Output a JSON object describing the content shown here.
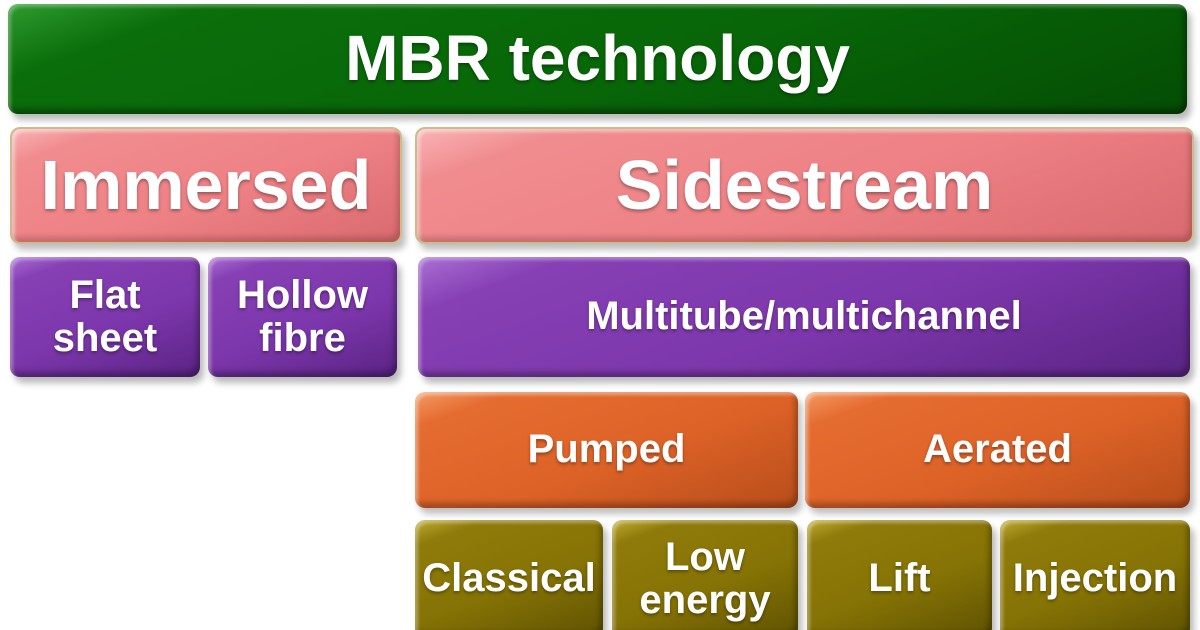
{
  "diagram": {
    "title": "MBR technology hierarchy",
    "palette": {
      "green": "#086608",
      "pink": "#ee8185",
      "pink_border": "#cbbd89",
      "purple": "#7d37ac",
      "orange": "#dd6227",
      "olive": "#867305",
      "text": "#ffffff",
      "background": "#ffffff"
    },
    "nodes": {
      "mbr": {
        "label": "MBR technology",
        "level": 1,
        "color": "#086608"
      },
      "immersed": {
        "label": "Immersed",
        "level": 2,
        "parent": "MBR technology",
        "color": "#ee8185"
      },
      "sidestream": {
        "label": "Sidestream",
        "level": 2,
        "parent": "MBR technology",
        "color": "#ee8185"
      },
      "flat_sheet": {
        "label": "Flat\nsheet",
        "level": 3,
        "parent": "Immersed",
        "color": "#7d37ac"
      },
      "hollow_fibre": {
        "label": "Hollow\nfibre",
        "level": 3,
        "parent": "Immersed",
        "color": "#7d37ac"
      },
      "multitube": {
        "label": "Multitube/multichannel",
        "level": 3,
        "parent": "Sidestream",
        "color": "#7d37ac"
      },
      "pumped": {
        "label": "Pumped",
        "level": 4,
        "parent": "Multitube/multichannel",
        "color": "#dd6227"
      },
      "aerated": {
        "label": "Aerated",
        "level": 4,
        "parent": "Multitube/multichannel",
        "color": "#dd6227"
      },
      "classical": {
        "label": "Classical",
        "level": 5,
        "parent": "Pumped",
        "color": "#867305"
      },
      "low_energy": {
        "label": "Low\nenergy",
        "level": 5,
        "parent": "Pumped",
        "color": "#867305"
      },
      "lift": {
        "label": "Lift",
        "level": 5,
        "parent": "Aerated",
        "color": "#867305"
      },
      "injection": {
        "label": "Injection",
        "level": 5,
        "parent": "Aerated",
        "color": "#867305"
      }
    }
  }
}
